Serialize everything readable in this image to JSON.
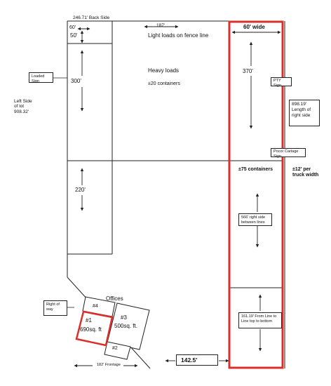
{
  "dimensions": {
    "back_side": "246.71' Back Side",
    "corner_width": "60'",
    "corner_depth": "50'",
    "fence_gap": "187'",
    "strip_width": "60' wide",
    "upper_left_depth": "300'",
    "upper_right_depth": "370'",
    "lower_left_depth": "220'",
    "frontage_gap": "142.5'",
    "frontage": "182' Frontage"
  },
  "area_labels": {
    "light_loads": "Light loads on fence line",
    "heavy_loads": "Heavy loads",
    "heavy_count": "±20 containers",
    "strip_count": "±75 containers",
    "truck_width": "±12' per truck width"
  },
  "callouts": {
    "loaded_sign": "Loaded Sign",
    "left_side": [
      "Left Side",
      "of lot",
      "908.32'"
    ],
    "pty_sign": "PTY Sign",
    "right_side": [
      "898.19'",
      "Length of",
      "right side"
    ],
    "cartage_sign": "Pocor Cartage Sign",
    "between_lines": [
      "566' right side",
      "between lines"
    ],
    "line_to_line": [
      "161.19' From Line to",
      "Line top to bottom"
    ],
    "right_of_way": [
      "Right of",
      "way"
    ]
  },
  "offices": {
    "title": "Offices",
    "unit_1_number": "#1",
    "unit_1_area": "690sq. ft",
    "unit_2_number": "#2",
    "unit_3_number": "#3",
    "unit_3_area": "500sq. ft.",
    "unit_4_number": "#4"
  },
  "colors": {
    "highlight": "#d9302c",
    "line": "#222222"
  }
}
